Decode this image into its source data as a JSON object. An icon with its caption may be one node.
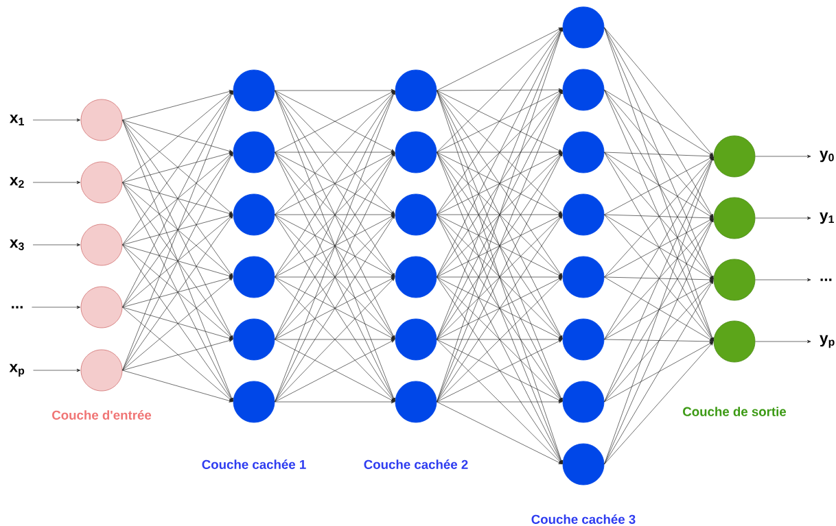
{
  "diagram": {
    "nodes": [
      {
        "text": [
          "x$_{1}$"
        ]
      },
      {
        "text": [
          "x$_{2}$"
        ]
      },
      {
        "text": [
          "x$_{3}$"
        ]
      },
      {
        "text": [
          "..."
        ]
      },
      {
        "text": [
          "x$_{p}$"
        ]
      },
      {
        "text": [],
        "shape": "circle"
      },
      {
        "text": [],
        "shape": "circle"
      },
      {
        "text": [],
        "shape": "circle"
      },
      {
        "text": [],
        "shape": "circle"
      },
      {
        "text": [],
        "shape": "circle"
      },
      {
        "text": [],
        "shape": "circle"
      },
      {
        "text": [],
        "shape": "circle"
      },
      {
        "text": [],
        "shape": "circle"
      },
      {
        "text": [],
        "shape": "circle"
      },
      {
        "text": [],
        "shape": "circle"
      },
      {
        "text": [],
        "shape": "circle"
      },
      {
        "text": [],
        "shape": "circle"
      },
      {
        "text": [],
        "shape": "circle"
      },
      {
        "text": [],
        "shape": "circle"
      },
      {
        "text": [],
        "shape": "circle"
      },
      {
        "text": [],
        "shape": "circle"
      },
      {
        "text": [],
        "shape": "circle"
      },
      {
        "text": [],
        "shape": "circle"
      },
      {
        "text": [],
        "shape": "circle"
      },
      {
        "text": [],
        "shape": "circle"
      },
      {
        "text": [],
        "shape": "circle"
      },
      {
        "text": [],
        "shape": "circle"
      },
      {
        "text": [],
        "shape": "circle"
      },
      {
        "text": [],
        "shape": "circle"
      },
      {
        "text": [],
        "shape": "circle"
      },
      {
        "text": [],
        "shape": "circle"
      },
      {
        "text": [],
        "shape": "circle"
      },
      {
        "text": [],
        "shape": "circle"
      },
      {
        "text": [],
        "shape": "circle"
      },
      {
        "text": [
          "y$_{0}$"
        ]
      },
      {
        "text": [
          "y$_{1}$"
        ]
      },
      {
        "text": [
          "..."
        ]
      },
      {
        "text": [
          "y$_{p}$"
        ]
      }
    ],
    "edges": [
      {
        "from": 0,
        "to": 5,
        "arrow": "to"
      },
      {
        "from": 1,
        "to": 6,
        "arrow": "to"
      },
      {
        "from": 2,
        "to": 7,
        "arrow": "to"
      },
      {
        "from": 3,
        "to": 8,
        "arrow": "to"
      },
      {
        "from": 4,
        "to": 9,
        "arrow": "to"
      },
      {
        "from": 5,
        "to": 10,
        "arrow": "to"
      },
      {
        "from": 5,
        "to": 11,
        "arrow": "to"
      },
      {
        "from": 5,
        "to": 12,
        "arrow": "to"
      },
      {
        "from": 5,
        "to": 13,
        "arrow": "to"
      },
      {
        "from": 5,
        "to": 14,
        "arrow": "to"
      },
      {
        "from": 5,
        "to": 15,
        "arrow": "to"
      },
      {
        "from": 6,
        "to": 10,
        "arrow": "to"
      },
      {
        "from": 6,
        "to": 11,
        "arrow": "to"
      },
      {
        "from": 6,
        "to": 12,
        "arrow": "to"
      },
      {
        "from": 6,
        "to": 13,
        "arrow": "to"
      },
      {
        "from": 6,
        "to": 14,
        "arrow": "to"
      },
      {
        "from": 6,
        "to": 15,
        "arrow": "to"
      },
      {
        "from": 7,
        "to": 10,
        "arrow": "to"
      },
      {
        "from": 7,
        "to": 11,
        "arrow": "to"
      },
      {
        "from": 7,
        "to": 12,
        "arrow": "to"
      },
      {
        "from": 7,
        "to": 13,
        "arrow": "to"
      },
      {
        "from": 7,
        "to": 14,
        "arrow": "to"
      },
      {
        "from": 7,
        "to": 15,
        "arrow": "to"
      },
      {
        "from": 8,
        "to": 10,
        "arrow": "to"
      },
      {
        "from": 8,
        "to": 11,
        "arrow": "to"
      },
      {
        "from": 8,
        "to": 12,
        "arrow": "to"
      },
      {
        "from": 8,
        "to": 13,
        "arrow": "to"
      },
      {
        "from": 8,
        "to": 14,
        "arrow": "to"
      },
      {
        "from": 8,
        "to": 15,
        "arrow": "to"
      },
      {
        "from": 9,
        "to": 10,
        "arrow": "to"
      },
      {
        "from": 9,
        "to": 11,
        "arrow": "to"
      },
      {
        "from": 9,
        "to": 12,
        "arrow": "to"
      },
      {
        "from": 9,
        "to": 13,
        "arrow": "to"
      },
      {
        "from": 9,
        "to": 14,
        "arrow": "to"
      },
      {
        "from": 9,
        "to": 15,
        "arrow": "to"
      },
      {
        "from": 10,
        "to": 16,
        "arrow": "to"
      },
      {
        "from": 10,
        "to": 17,
        "arrow": "to"
      },
      {
        "from": 10,
        "to": 18,
        "arrow": "to"
      },
      {
        "from": 10,
        "to": 19,
        "arrow": "to"
      },
      {
        "from": 10,
        "to": 20,
        "arrow": "to"
      },
      {
        "from": 10,
        "to": 21,
        "arrow": "to"
      },
      {
        "from": 11,
        "to": 16,
        "arrow": "to"
      },
      {
        "from": 11,
        "to": 17,
        "arrow": "to"
      },
      {
        "from": 11,
        "to": 18,
        "arrow": "to"
      },
      {
        "from": 11,
        "to": 19,
        "arrow": "to"
      },
      {
        "from": 11,
        "to": 20,
        "arrow": "to"
      },
      {
        "from": 11,
        "to": 21,
        "arrow": "to"
      },
      {
        "from": 12,
        "to": 16,
        "arrow": "to"
      },
      {
        "from": 12,
        "to": 17,
        "arrow": "to"
      },
      {
        "from": 12,
        "to": 18,
        "arrow": "to"
      },
      {
        "from": 12,
        "to": 19,
        "arrow": "to"
      },
      {
        "from": 12,
        "to": 20,
        "arrow": "to"
      },
      {
        "from": 12,
        "to": 21,
        "arrow": "to"
      },
      {
        "from": 13,
        "to": 16,
        "arrow": "to"
      },
      {
        "from": 13,
        "to": 17,
        "arrow": "to"
      },
      {
        "from": 13,
        "to": 18,
        "arrow": "to"
      },
      {
        "from": 13,
        "to": 19,
        "arrow": "to"
      },
      {
        "from": 13,
        "to": 20,
        "arrow": "to"
      },
      {
        "from": 13,
        "to": 21,
        "arrow": "to"
      },
      {
        "from": 14,
        "to": 16,
        "arrow": "to"
      },
      {
        "from": 14,
        "to": 17,
        "arrow": "to"
      },
      {
        "from": 14,
        "to": 18,
        "arrow": "to"
      },
      {
        "from": 14,
        "to": 19,
        "arrow": "to"
      },
      {
        "from": 14,
        "to": 20,
        "arrow": "to"
      },
      {
        "from": 14,
        "to": 21,
        "arrow": "to"
      },
      {
        "from": 15,
        "to": 16,
        "arrow": "to"
      },
      {
        "from": 15,
        "to": 17,
        "arrow": "to"
      },
      {
        "from": 15,
        "to": 18,
        "arrow": "to"
      },
      {
        "from": 15,
        "to": 19,
        "arrow": "to"
      },
      {
        "from": 15,
        "to": 20,
        "arrow": "to"
      },
      {
        "from": 15,
        "to": 21,
        "arrow": "to"
      },
      {
        "from": 16,
        "to": 22,
        "arrow": "to"
      },
      {
        "from": 16,
        "to": 23,
        "arrow": "to"
      },
      {
        "from": 16,
        "to": 24,
        "arrow": "to"
      },
      {
        "from": 16,
        "to": 25,
        "arrow": "to"
      },
      {
        "from": 16,
        "to": 26,
        "arrow": "to"
      },
      {
        "from": 16,
        "to": 27,
        "arrow": "to"
      },
      {
        "from": 16,
        "to": 28,
        "arrow": "to"
      },
      {
        "from": 16,
        "to": 29,
        "arrow": "to"
      },
      {
        "from": 17,
        "to": 22,
        "arrow": "to"
      },
      {
        "from": 17,
        "to": 23,
        "arrow": "to"
      },
      {
        "from": 17,
        "to": 24,
        "arrow": "to"
      },
      {
        "from": 17,
        "to": 25,
        "arrow": "to"
      },
      {
        "from": 17,
        "to": 26,
        "arrow": "to"
      },
      {
        "from": 17,
        "to": 27,
        "arrow": "to"
      },
      {
        "from": 17,
        "to": 28,
        "arrow": "to"
      },
      {
        "from": 17,
        "to": 29,
        "arrow": "to"
      },
      {
        "from": 18,
        "to": 22,
        "arrow": "to"
      },
      {
        "from": 18,
        "to": 23,
        "arrow": "to"
      },
      {
        "from": 18,
        "to": 24,
        "arrow": "to"
      },
      {
        "from": 18,
        "to": 25,
        "arrow": "to"
      },
      {
        "from": 18,
        "to": 26,
        "arrow": "to"
      },
      {
        "from": 18,
        "to": 27,
        "arrow": "to"
      },
      {
        "from": 18,
        "to": 28,
        "arrow": "to"
      },
      {
        "from": 18,
        "to": 29,
        "arrow": "to"
      },
      {
        "from": 19,
        "to": 22,
        "arrow": "to"
      },
      {
        "from": 19,
        "to": 23,
        "arrow": "to"
      },
      {
        "from": 19,
        "to": 24,
        "arrow": "to"
      },
      {
        "from": 19,
        "to": 25,
        "arrow": "to"
      },
      {
        "from": 19,
        "to": 26,
        "arrow": "to"
      },
      {
        "from": 19,
        "to": 27,
        "arrow": "to"
      },
      {
        "from": 19,
        "to": 28,
        "arrow": "to"
      },
      {
        "from": 19,
        "to": 29,
        "arrow": "to"
      },
      {
        "from": 20,
        "to": 22,
        "arrow": "to"
      },
      {
        "from": 20,
        "to": 23,
        "arrow": "to"
      },
      {
        "from": 20,
        "to": 24,
        "arrow": "to"
      },
      {
        "from": 20,
        "to": 25,
        "arrow": "to"
      },
      {
        "from": 20,
        "to": 26,
        "arrow": "to"
      },
      {
        "from": 20,
        "to": 27,
        "arrow": "to"
      },
      {
        "from": 20,
        "to": 28,
        "arrow": "to"
      },
      {
        "from": 20,
        "to": 29,
        "arrow": "to"
      },
      {
        "from": 21,
        "to": 22,
        "arrow": "to"
      },
      {
        "from": 21,
        "to": 23,
        "arrow": "to"
      },
      {
        "from": 21,
        "to": 24,
        "arrow": "to"
      },
      {
        "from": 21,
        "to": 25,
        "arrow": "to"
      },
      {
        "from": 21,
        "to": 26,
        "arrow": "to"
      },
      {
        "from": 21,
        "to": 27,
        "arrow": "to"
      },
      {
        "from": 21,
        "to": 28,
        "arrow": "to"
      },
      {
        "from": 21,
        "to": 29,
        "arrow": "to"
      },
      {
        "from": 22,
        "to": 30,
        "arrow": "to"
      },
      {
        "from": 22,
        "to": 31,
        "arrow": "to"
      },
      {
        "from": 22,
        "to": 32,
        "arrow": "to"
      },
      {
        "from": 22,
        "to": 33,
        "arrow": "to"
      },
      {
        "from": 23,
        "to": 30,
        "arrow": "to"
      },
      {
        "from": 23,
        "to": 31,
        "arrow": "to"
      },
      {
        "from": 23,
        "to": 32,
        "arrow": "to"
      },
      {
        "from": 23,
        "to": 33,
        "arrow": "to"
      },
      {
        "from": 24,
        "to": 30,
        "arrow": "to"
      },
      {
        "from": 24,
        "to": 31,
        "arrow": "to"
      },
      {
        "from": 24,
        "to": 32,
        "arrow": "to"
      },
      {
        "from": 24,
        "to": 33,
        "arrow": "to"
      },
      {
        "from": 25,
        "to": 30,
        "arrow": "to"
      },
      {
        "from": 25,
        "to": 31,
        "arrow": "to"
      },
      {
        "from": 25,
        "to": 32,
        "arrow": "to"
      },
      {
        "from": 25,
        "to": 33,
        "arrow": "to"
      },
      {
        "from": 26,
        "to": 30,
        "arrow": "to"
      },
      {
        "from": 26,
        "to": 31,
        "arrow": "to"
      },
      {
        "from": 26,
        "to": 32,
        "arrow": "to"
      },
      {
        "from": 26,
        "to": 33,
        "arrow": "to"
      },
      {
        "from": 27,
        "to": 30,
        "arrow": "to"
      },
      {
        "from": 27,
        "to": 31,
        "arrow": "to"
      },
      {
        "from": 27,
        "to": 32,
        "arrow": "to"
      },
      {
        "from": 27,
        "to": 33,
        "arrow": "to"
      },
      {
        "from": 28,
        "to": 30,
        "arrow": "to"
      },
      {
        "from": 28,
        "to": 31,
        "arrow": "to"
      },
      {
        "from": 28,
        "to": 32,
        "arrow": "to"
      },
      {
        "from": 28,
        "to": 33,
        "arrow": "to"
      },
      {
        "from": 29,
        "to": 30,
        "arrow": "to"
      },
      {
        "from": 29,
        "to": 31,
        "arrow": "to"
      },
      {
        "from": 29,
        "to": 32,
        "arrow": "to"
      },
      {
        "from": 29,
        "to": 33,
        "arrow": "to"
      },
      {
        "from": 30,
        "to": 34,
        "arrow": "to"
      },
      {
        "from": 31,
        "to": 35,
        "arrow": "to"
      },
      {
        "from": 32,
        "to": 36,
        "arrow": "to"
      },
      {
        "from": 33,
        "to": 37,
        "arrow": "to"
      }
    ],
    "labels": [
      "Couche d'entrée",
      "Couche de sortie",
      "Couche cachée 1",
      "Couche cachée 2",
      "Couche cachée 3"
    ]
  }
}
